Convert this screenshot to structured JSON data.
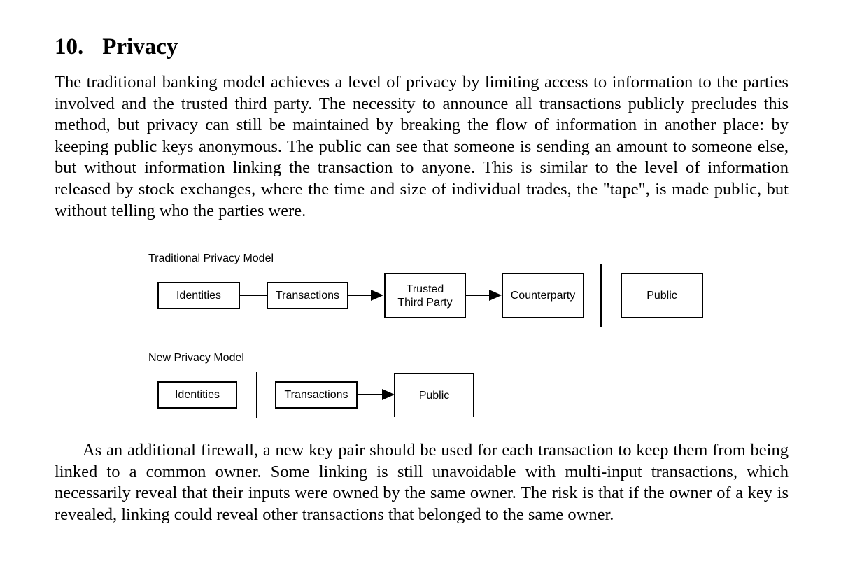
{
  "page": {
    "background": "#ffffff",
    "ink": "#000000"
  },
  "heading": {
    "number": "10.",
    "title": "Privacy"
  },
  "paragraphs": {
    "p1": "The traditional banking model achieves a level of privacy by limiting access to information to the parties involved and the trusted third party.  The necessity to announce all transactions publicly precludes this method, but privacy can still be maintained by breaking the flow of information in another place: by keeping public keys anonymous.  The public can see that someone is sending an amount to someone else, but without information linking the transaction to anyone.  This is similar to the level of information released by stock exchanges, where the time and size of individual trades, the \"tape\", is made public, but without telling who the parties were.",
    "p2": "As an additional firewall, a new key pair should be used for each transaction to keep them from being linked to a common owner.  Some linking is still unavoidable with multi-input transactions, which necessarily reveal that their inputs were owned by the same owner.  The risk is that if the owner of a key is revealed, linking could reveal other transactions that belonged to the same owner."
  },
  "diagram_traditional": {
    "title": "Traditional Privacy Model",
    "identities": "Identities",
    "transactions": "Transactions",
    "trusted_line1": "Trusted",
    "trusted_line2": "Third Party",
    "counterparty": "Counterparty",
    "public": "Public"
  },
  "diagram_new": {
    "title": "New Privacy Model",
    "identities": "Identities",
    "transactions": "Transactions",
    "public": "Public"
  }
}
